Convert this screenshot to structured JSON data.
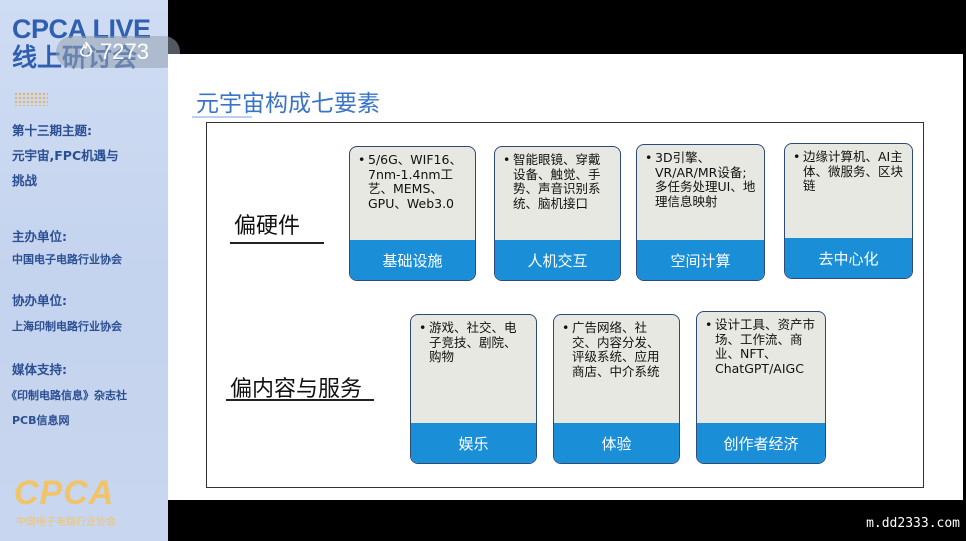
{
  "sidebar": {
    "brand_line1": "CPCA LIVE",
    "brand_line2": "线上研讨会",
    "lines": [
      "第十三期主题:",
      "元宇宙,FPC机遇与",
      "挑战",
      "主办单位:",
      "中国电子电路行业协会",
      "协办单位:",
      "上海印制电路行业协会",
      "媒体支持:",
      "《印制电路信息》杂志社",
      "PCB信息网"
    ],
    "logo": "CPCA",
    "logo_sub": "中国电子电路行业协会"
  },
  "live": {
    "count": "7273",
    "icon": "flame-icon"
  },
  "menu_icon": "list-icon",
  "slide": {
    "title": "元宇宙构成七要素",
    "categories": [
      "偏硬件",
      "偏内容与服务"
    ],
    "cards": [
      {
        "items": [
          "5/6G、WIF16、7nm-1.4nm工艺、MEMS、GPU、Web3.0"
        ],
        "label": "基础设施"
      },
      {
        "items": [
          "智能眼镜、穿戴设备、触觉、手势、声音识别系统、脑机接口"
        ],
        "label": "人机交互"
      },
      {
        "items": [
          "3D引擎、VR/AR/MR设备;多任务处理UI、地理信息映射"
        ],
        "label": "空间计算"
      },
      {
        "items": [
          "边缘计算机、AI主体、微服务、区块链"
        ],
        "label": "去中心化"
      },
      {
        "items": [
          "游戏、社交、电子竞技、剧院、购物"
        ],
        "label": "娱乐"
      },
      {
        "items": [
          "广告网络、社交、内容分发、评级系统、应用商店、中介系统"
        ],
        "label": "体验"
      },
      {
        "items": [
          "设计工具、资产市场、工作流、商业、NFT、ChatGPT/AIGC"
        ],
        "label": "创作者经济"
      }
    ]
  },
  "watermark": "m.dd2333.com"
}
